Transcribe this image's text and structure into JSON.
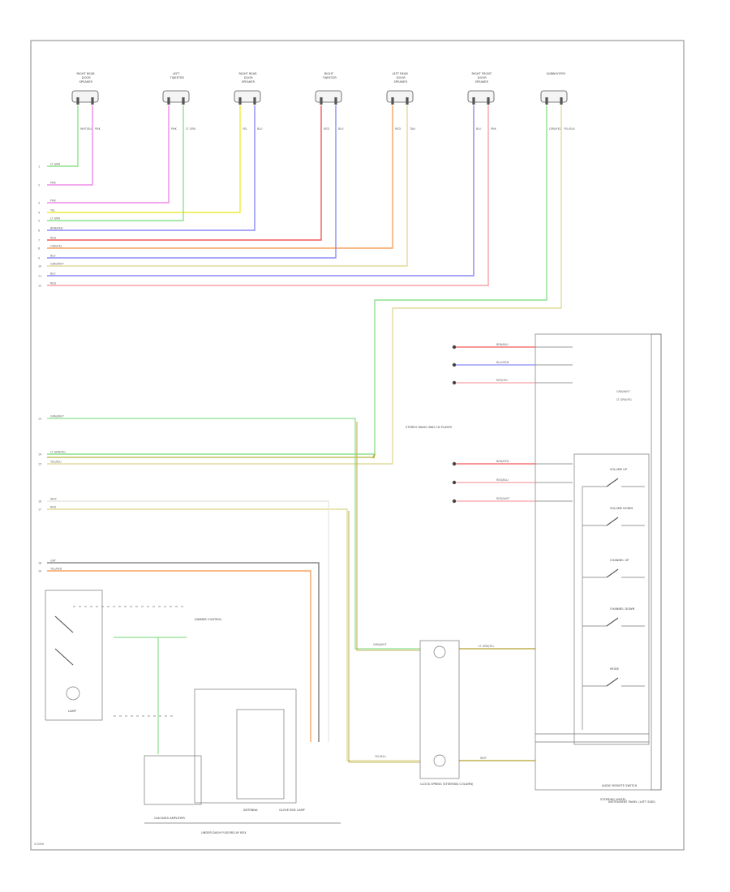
{
  "page": {
    "corner_code": "V-0000"
  },
  "colors": {
    "lt_green": "#8ee08e",
    "pink": "#f08ce8",
    "yellow": "#f0ec3c",
    "blue": "#8a8af8",
    "red": "#f25a5a",
    "orange": "#f7a460",
    "tan": "#e2dc9a",
    "salmon": "#f6a0a8",
    "green_yellow": "#b8b43a",
    "gray": "#8a8a8a",
    "olive": "#c0b050"
  },
  "top_connectors": [
    {
      "id": "c1",
      "label": "RIGHT REAR DOOR SPEAKER",
      "wires": [
        "WHT/BLU",
        "PNK"
      ]
    },
    {
      "id": "c2",
      "label": "LEFT TWEETER",
      "wires": [
        "PNK",
        "LT GRN"
      ]
    },
    {
      "id": "c3",
      "label": "RIGHT REAR DOOR SPEAKER",
      "wires": [
        "YEL",
        "BLU"
      ]
    },
    {
      "id": "c4",
      "label": "RIGHT TWEETER",
      "wires": [
        "RED",
        "BLU"
      ]
    },
    {
      "id": "c5",
      "label": "LEFT REAR DOOR SPEAKER",
      "wires": [
        "RED",
        "TAN"
      ]
    },
    {
      "id": "c6",
      "label": "RIGHT FRONT DOOR SPEAKER",
      "wires": [
        "BLU",
        "PNK"
      ]
    },
    {
      "id": "c7",
      "label": "SUBWOOFER",
      "wires": [
        "GRN/YEL",
        "YEL/BLK"
      ]
    }
  ],
  "left_wires": [
    {
      "pin": "1",
      "label": "LT GRN"
    },
    {
      "pin": "2",
      "label": "PNK"
    },
    {
      "pin": "3",
      "label": "PNK"
    },
    {
      "pin": "4",
      "label": "YEL"
    },
    {
      "pin": "5",
      "label": "LT GRN"
    },
    {
      "pin": "6",
      "label": "BRN/RED"
    },
    {
      "pin": "7",
      "label": "RED"
    },
    {
      "pin": "8",
      "label": "ORN/YEL"
    },
    {
      "pin": "9",
      "label": "BLU"
    },
    {
      "pin": "10",
      "label": "GRN/WHT"
    },
    {
      "pin": "11",
      "label": "BLU"
    },
    {
      "pin": "12",
      "label": "RED"
    }
  ],
  "mid_left_wires": [
    {
      "pin": "13",
      "label": "GRN/WHT"
    },
    {
      "pin": "14",
      "label": "LT GRN/YEL"
    },
    {
      "pin": "15",
      "label": "YEL/BLU"
    },
    {
      "pin": "16",
      "label": "WHT"
    },
    {
      "pin": "17",
      "label": "RED"
    },
    {
      "pin": "18",
      "label": "GRY"
    },
    {
      "pin": "19",
      "label": "YEL/RED"
    }
  ],
  "components": {
    "radio_label": "STEREO RADIO AND CD PLAYER",
    "clock_spring_label": "CLOCK SPRING (STEERING COLUMN)",
    "audio_switch_label": "AUDIO REMOTE SWITCH",
    "steering_wheel_label": "STEERING WHEEL",
    "lamp_label": "LAMP",
    "amplifier_label": "CAN DATA AMPLIFIER",
    "antenna_label": "ANTENNA",
    "junction_label": "UNDER-DASH FUSE/RELAY BOX",
    "glove_box_label": "GLOVE BOX LAMP",
    "dash_label": "INSTRUMENT PANEL (LEFT SIDE)",
    "dimmer_label": "DIMMER CONTROL",
    "radio_plugs": [
      "BRN/BLU",
      "BLU/GRN",
      "RED/YEL",
      "BRN/RED",
      "RED/BLU",
      "RED/WHT"
    ],
    "switches": [
      "VOLUME UP",
      "VOLUME DOWN",
      "CHANNEL UP",
      "CHANNEL DOWN",
      "MODE"
    ],
    "clock_wires": [
      "GRN/WHT",
      "LT GRN/YEL",
      "YEL/BLU",
      "WHT"
    ],
    "switch_wires": [
      "GRN/WHT",
      "LT GRN/YEL"
    ]
  }
}
